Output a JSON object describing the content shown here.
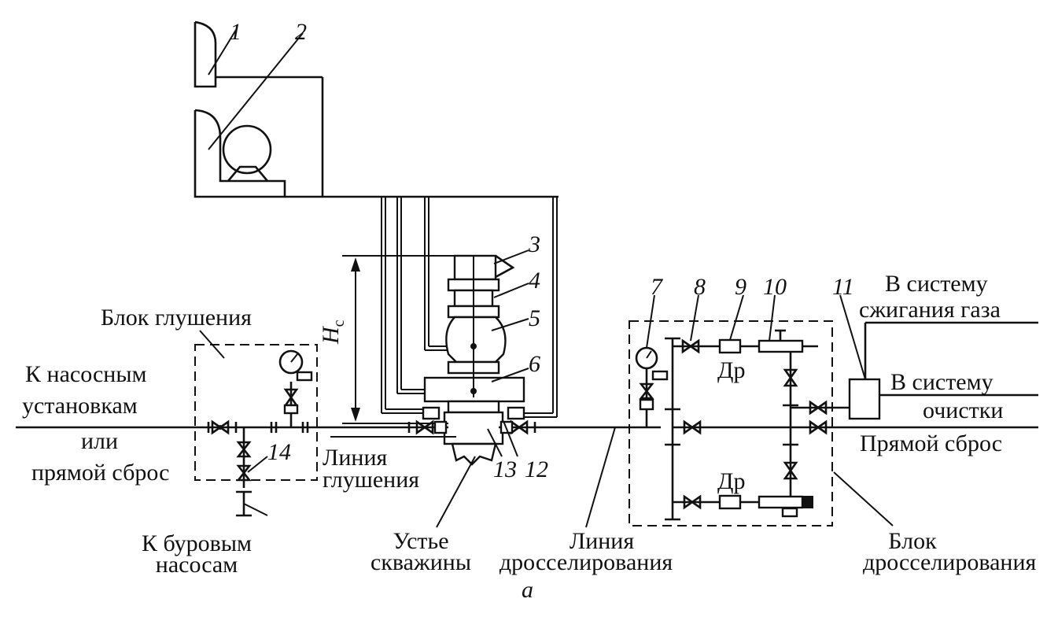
{
  "labels": {
    "to_pumps_1": "К насосным",
    "to_pumps_2": "установкам",
    "or": "или",
    "direct_dump_left": "прямой сброс",
    "kill_block": "Блок глушения",
    "kill_line_1": "Линия",
    "kill_line_2": "глушения",
    "to_mud_pumps_1": "К буровым",
    "to_mud_pumps_2": "насосам",
    "wellhead_1": "Устье",
    "wellhead_2": "скважины",
    "choke_line_1": "Линия",
    "choke_line_2": "дросселирования",
    "choke_block_1": "Блок",
    "choke_block_2": "дросселирования",
    "gas_flare_1": "В систему",
    "gas_flare_2": "сжигания газа",
    "cleaning_1": "В систему",
    "cleaning_2": "очистки",
    "direct_dump_right": "Прямой сброс",
    "choke_upper": "Др",
    "choke_lower": "Др",
    "height": "H",
    "height_sub": "с",
    "figure_letter": "а"
  },
  "numbers": [
    "1",
    "2",
    "3",
    "4",
    "5",
    "6",
    "7",
    "8",
    "9",
    "10",
    "11",
    "12",
    "13",
    "14"
  ]
}
